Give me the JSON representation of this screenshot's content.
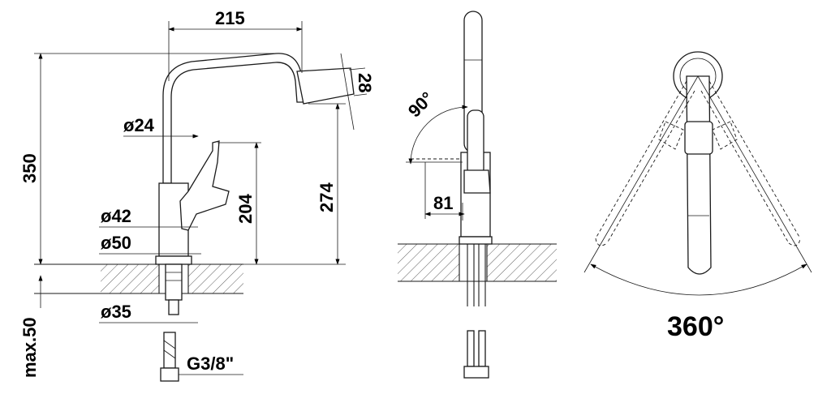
{
  "side_view": {
    "spout_reach": "215",
    "spout_outlet": "28",
    "total_height": "350",
    "outlet_height": "274",
    "lever_height": "204",
    "spout_diameter": "ø24",
    "body_diameter": "ø42",
    "base_diameter": "ø50",
    "mount_hole_diameter": "ø35",
    "max_thickness": "max.50",
    "connection_thread": "G3/8\""
  },
  "front_view": {
    "lever_angle": "90°",
    "lever_clearance": "81"
  },
  "top_view": {
    "swivel_angle": "360°"
  }
}
